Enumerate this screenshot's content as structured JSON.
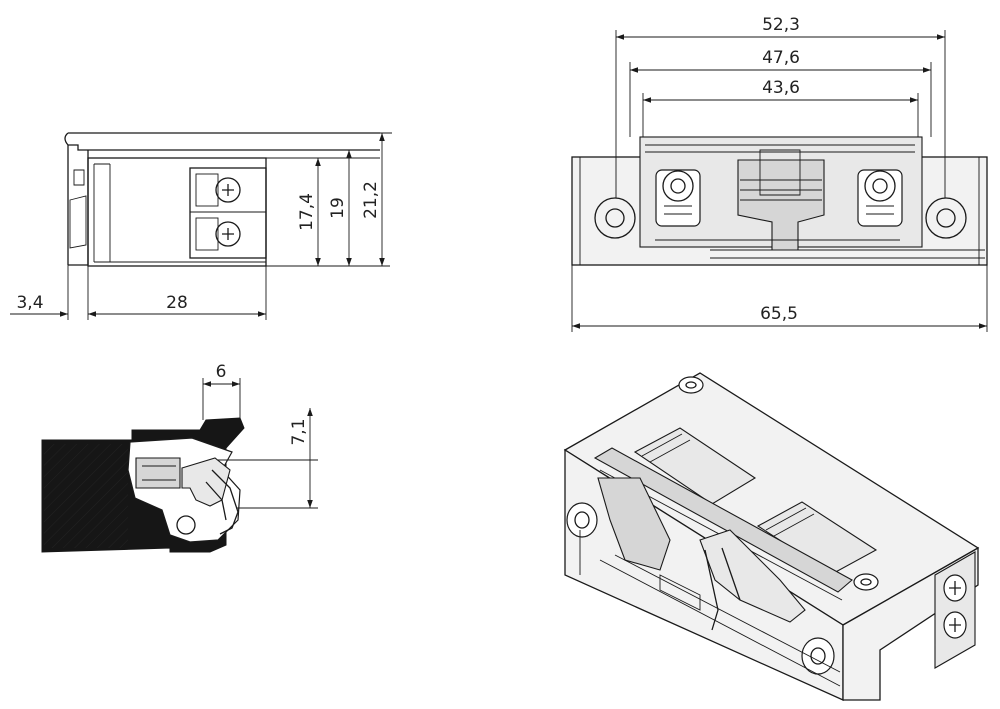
{
  "views": {
    "side": {
      "dimensions": {
        "depth_offset": "3,4",
        "depth": "28",
        "terminal_height": "17,4",
        "body_height": "19",
        "total_height": "21,2"
      }
    },
    "front": {
      "dimensions": {
        "outer_width": "52,3",
        "mid_width": "47,6",
        "inner_width": "43,6",
        "faceplate_length": "65,5"
      }
    },
    "section": {
      "dimensions": {
        "latch_width": "6",
        "latch_height": "7,1"
      }
    },
    "iso": {}
  },
  "colors": {
    "line": "#1a1a1a",
    "fill_light": "#f2f2f2",
    "fill_grey": "#d6d6d6",
    "frame_dark": "#161616"
  },
  "icons": [
    "screw-icon",
    "hex-socket-screw-icon"
  ]
}
